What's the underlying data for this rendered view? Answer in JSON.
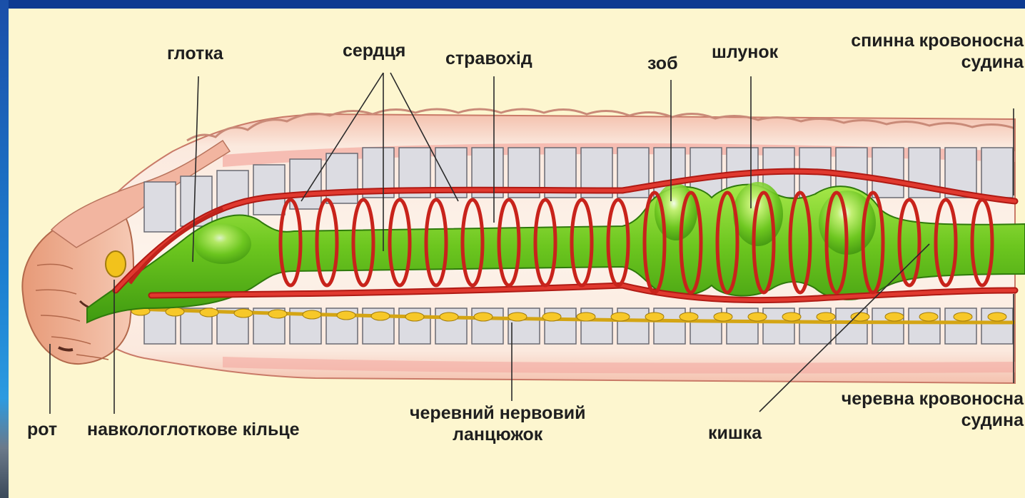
{
  "labels": {
    "pharynx": "глотка",
    "hearts": "сердця",
    "esophagus": "стравохід",
    "crop": "зоб",
    "gizzard": "шлунок",
    "dorsal_vessel_line1": "спинна кровоносна",
    "dorsal_vessel_line2": "судина",
    "mouth": "рот",
    "nerve_ring": "навкологлоткове кільце",
    "nerve_cord_line1": "черевний нервовий",
    "nerve_cord_line2": "ланцюжок",
    "intestine": "кишка",
    "ventral_vessel_line1": "черевна кровоносна",
    "ventral_vessel_line2": "судина"
  },
  "colors": {
    "background": "#fdf6cf",
    "frame": "#0d3b91",
    "blood_vessel": "#d0261f",
    "gut": "#7cd02a",
    "nerve": "#f2c21c",
    "segment": "#d9d9de",
    "skin": "#f2b7a0"
  }
}
